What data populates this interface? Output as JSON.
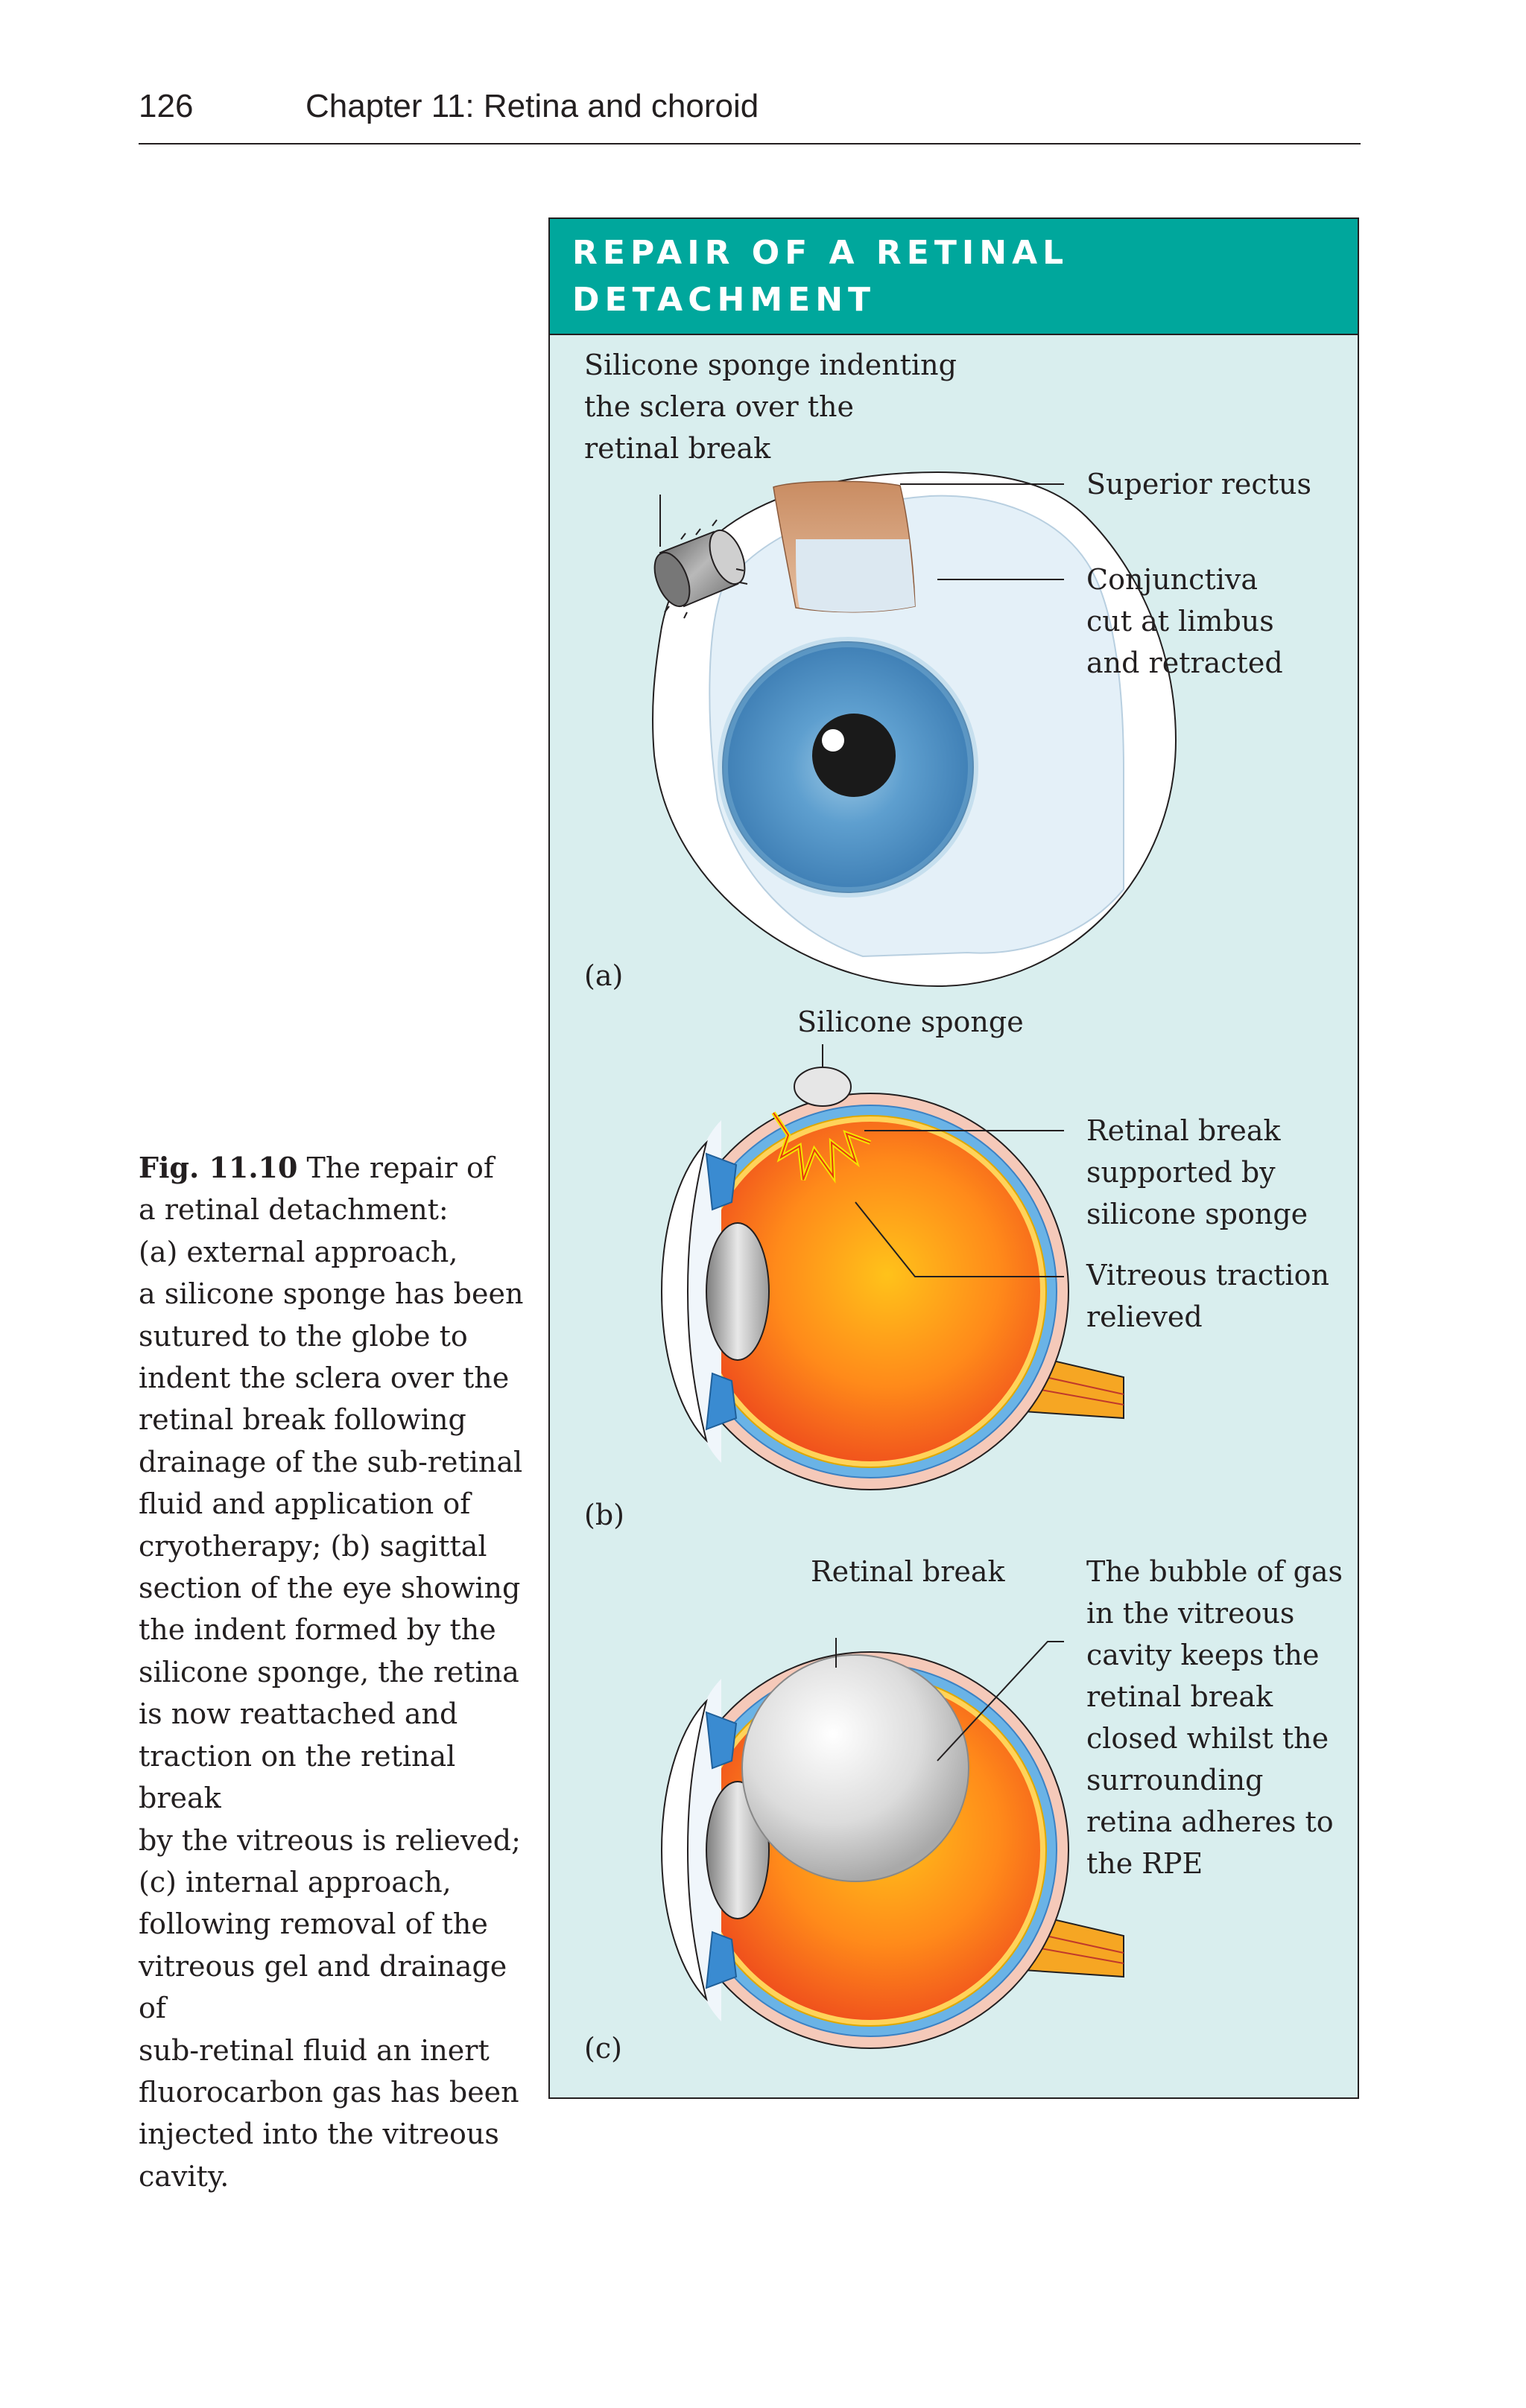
{
  "header": {
    "page_number": "126",
    "chapter_title": "Chapter 11: Retina and choroid"
  },
  "figure": {
    "title_line1": "REPAIR OF A RETINAL",
    "title_line2": "DETACHMENT",
    "panel_a": {
      "marker": "(a)",
      "sponge_label": [
        "Silicone sponge indenting",
        "the sclera over the",
        "retinal break"
      ],
      "superior_rectus": "Superior rectus",
      "conjunctiva": [
        "Conjunctiva",
        "cut at limbus",
        "and retracted"
      ]
    },
    "panel_b": {
      "marker": "(b)",
      "sponge_label": "Silicone sponge",
      "retinal_break": [
        "Retinal break",
        "supported by",
        "silicone sponge"
      ],
      "vitreous": [
        "Vitreous traction",
        "relieved"
      ]
    },
    "panel_c": {
      "marker": "(c)",
      "retinal_break": "Retinal break",
      "gas_bubble": [
        "The bubble of gas",
        "in the vitreous",
        "cavity keeps the",
        "retinal break",
        "closed whilst the",
        "surrounding",
        "retina adheres to",
        "the RPE"
      ]
    }
  },
  "caption": {
    "label": "Fig. 11.10",
    "lines": [
      "The repair of",
      "a retinal detachment:",
      "(a) external approach,",
      "a silicone sponge has been",
      "sutured to the globe to",
      "indent the sclera over the",
      "retinal break following",
      "drainage of the sub-retinal",
      "fluid and application of",
      "cryotherapy; (b) sagittal",
      "section of the eye showing",
      "the indent formed by the",
      "silicone sponge, the retina",
      "is now reattached and",
      "traction on the retinal break",
      "by the vitreous is relieved;",
      "(c) internal approach,",
      "following removal of the",
      "vitreous gel and drainage of",
      "sub-retinal fluid an inert",
      "fluorocarbon gas has been",
      "injected into the vitreous",
      "cavity."
    ]
  }
}
